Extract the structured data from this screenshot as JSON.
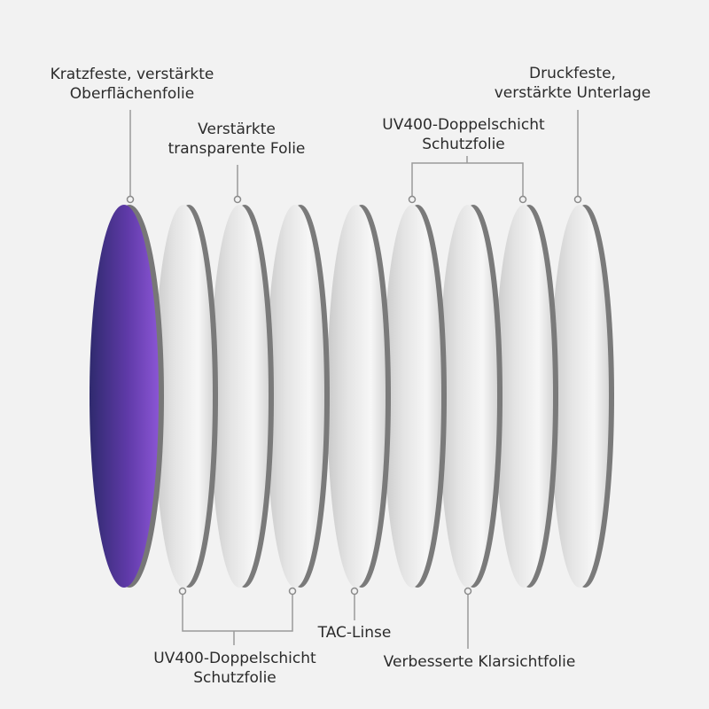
{
  "labels": {
    "surface_film": {
      "line1": "Kratzfeste, verstärkte",
      "line2": "Oberflächenfolie"
    },
    "transparent_film": {
      "line1": "Verstärkte",
      "line2": "transparente Folie"
    },
    "uv400_top": {
      "line1": "UV400-Doppelschicht",
      "line2": "Schutzfolie"
    },
    "base_layer": {
      "line1": "Druckfeste,",
      "line2": "verstärkte Unterlage"
    },
    "uv400_bottom": {
      "line1": "UV400-Doppelschicht",
      "line2": "Schutzfolie"
    },
    "tac_lens": {
      "line1": "TAC-Linse"
    },
    "clear_film": {
      "line1": "Verbesserte Klarsichtfolie"
    }
  },
  "colors": {
    "background": "#f2f2f2",
    "front_disc": "#6a3fb8",
    "front_disc_dark": "#3a2a7a",
    "disc_face": "#e6e6e6",
    "disc_rim": "#7a7a7a",
    "leader_line": "#9a9a9a"
  }
}
